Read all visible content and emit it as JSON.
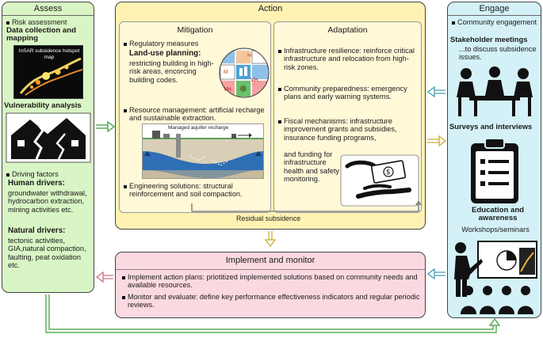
{
  "assess": {
    "title": "Assess",
    "risk_assessment": "Risk assessment",
    "data_collection": "Data collection and mapping",
    "insar_map_label": "InSAR subsidence hotspot map",
    "vulnerability": "Vulnerability analysis",
    "driving_factors": "Driving factors",
    "human_drivers_title": "Human drivers:",
    "human_drivers_text": "groundwater withdrawal, hydrocarbon extraction, mining activities etc.",
    "natural_drivers_title": "Natural drivers:",
    "natural_drivers_text": "tectonic activities, GIA,natural compaction, faulting, peat oxidation etc."
  },
  "action": {
    "title": "Action",
    "mitigation": {
      "title": "Mitigation",
      "regulatory": "Regulatory measures",
      "land_use_title": "Land-use planning:",
      "land_use_text": "restricting building in high-risk areas, encorcing building codes.",
      "resource": "Resource management: artificial recharge and sustainable extraction.",
      "aquifer_label": "Managed aquifer recharge",
      "engineering": "Engineering solutions: structural reinforcement and soil compaction."
    },
    "adaptation": {
      "title": "Adaptation",
      "infrastructure": "Infrastructure resilience: reinforce critical infrastructure and relocation from high-risk zones.",
      "community": "Community preparedness: emergency plans and early warning systems.",
      "fiscal_a": "Fiscal mechanisms: infrastructure improvement grants and subsidies, insurance funding programs,",
      "fiscal_b": "and funding for infrastructure health and safety monitoring."
    },
    "residual": "Residual subsidence"
  },
  "engage": {
    "title": "Engage",
    "community": "Community engagement",
    "stakeholder_title": "Stakeholder meetings",
    "stakeholder_text": "...to discuss subsidence issues.",
    "surveys": "Surveys and interviews",
    "education": "Education and awareness",
    "workshops": "Workshops/seminars"
  },
  "implement": {
    "title": "Implement and monitor",
    "item1": "Implement action plans: priotitized implemented solutions based on community needs and available resources.",
    "item2": "Monitor and evaluate: define key performance effectiveness indicators and regular periodic reviews."
  },
  "zones": {
    "h1": "H",
    "m": "M",
    "h2": "H",
    "vh1": "VH",
    "vh2": "VH"
  },
  "colors": {
    "assess_bg": "#d9f5c5",
    "action_bg": "#fff2b3",
    "engage_bg": "#d4f1f7",
    "implement_bg": "#fbd9e1",
    "arrow_green": "#3a9a3a",
    "arrow_yellow": "#c8a829",
    "arrow_blue": "#3a9ab0"
  }
}
